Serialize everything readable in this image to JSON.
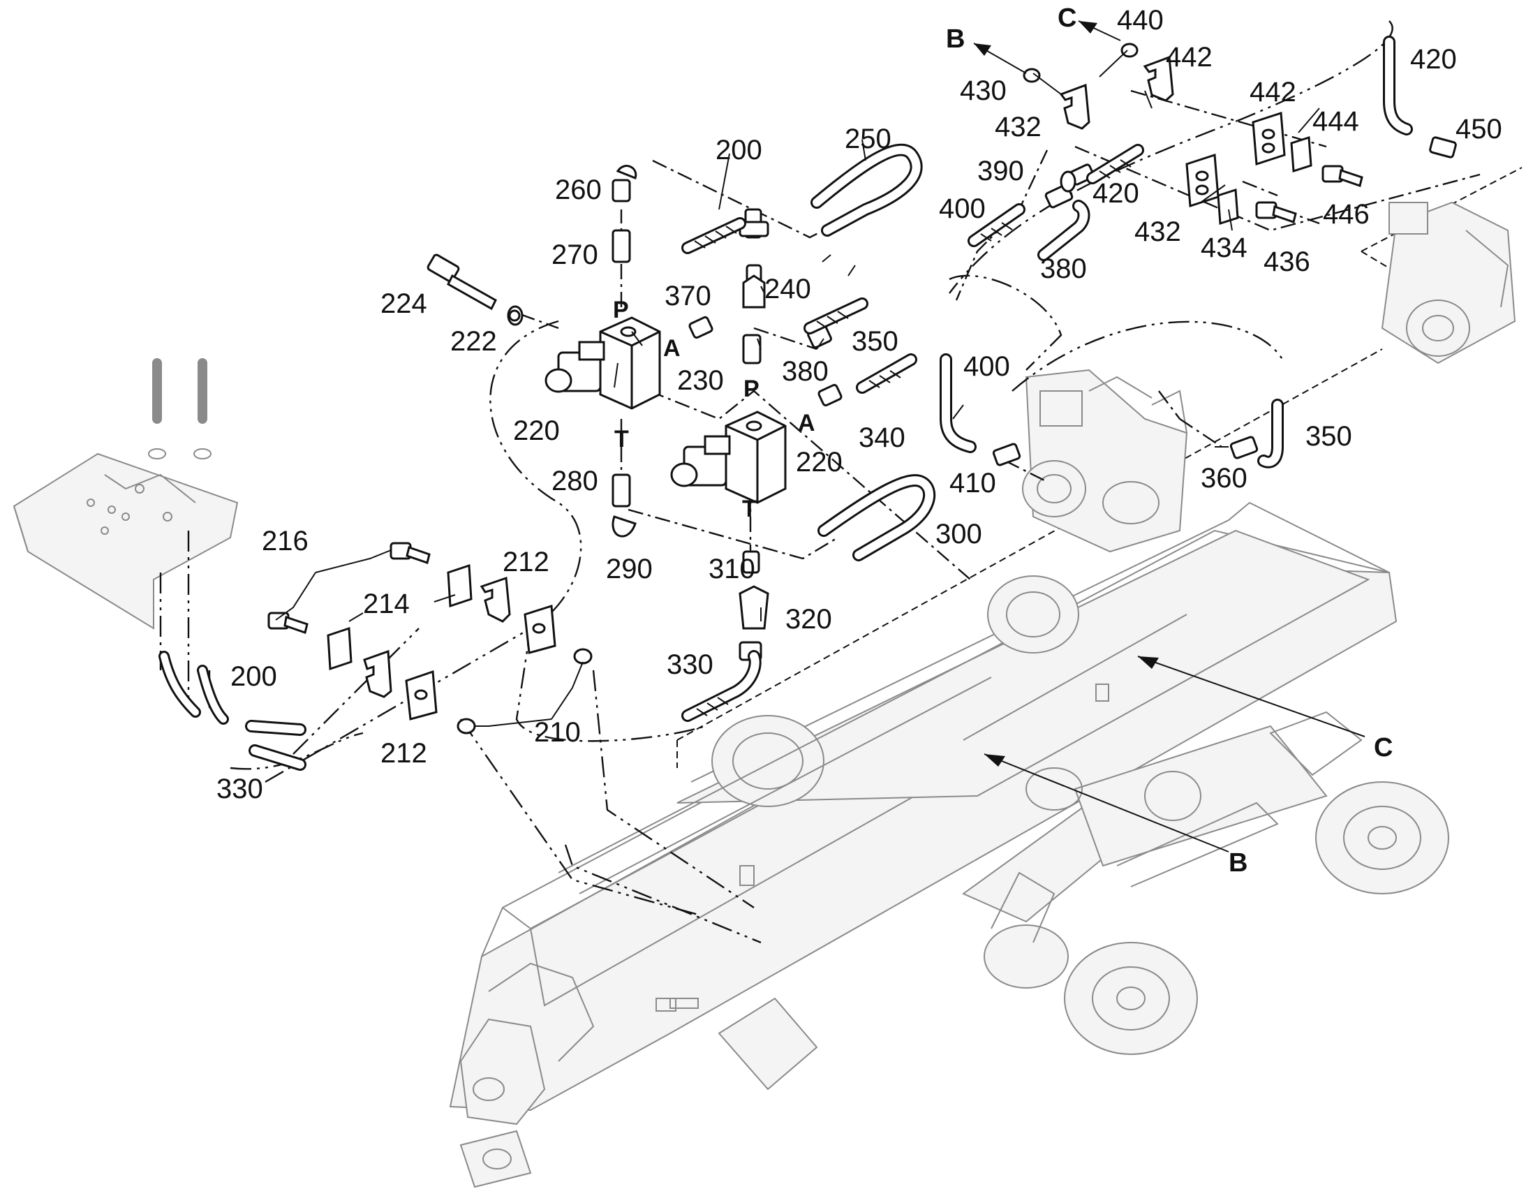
{
  "part_labels": [
    {
      "id": "p440",
      "text": "440"
    },
    {
      "id": "p420a",
      "text": "420"
    },
    {
      "id": "p430",
      "text": "430"
    },
    {
      "id": "p442a",
      "text": "442"
    },
    {
      "id": "p442b",
      "text": "442"
    },
    {
      "id": "p432a",
      "text": "432"
    },
    {
      "id": "p444",
      "text": "444"
    },
    {
      "id": "p450",
      "text": "450"
    },
    {
      "id": "p200a",
      "text": "200"
    },
    {
      "id": "p250",
      "text": "250"
    },
    {
      "id": "p260",
      "text": "260"
    },
    {
      "id": "p390",
      "text": "390"
    },
    {
      "id": "p400a",
      "text": "400"
    },
    {
      "id": "p420b",
      "text": "420"
    },
    {
      "id": "p446",
      "text": "446"
    },
    {
      "id": "p432b",
      "text": "432"
    },
    {
      "id": "p434",
      "text": "434"
    },
    {
      "id": "p436",
      "text": "436"
    },
    {
      "id": "p270",
      "text": "270"
    },
    {
      "id": "p380a",
      "text": "380"
    },
    {
      "id": "p224",
      "text": "224"
    },
    {
      "id": "p370",
      "text": "370"
    },
    {
      "id": "p240",
      "text": "240"
    },
    {
      "id": "p222",
      "text": "222"
    },
    {
      "id": "p350a",
      "text": "350"
    },
    {
      "id": "p380b",
      "text": "380"
    },
    {
      "id": "p400b",
      "text": "400"
    },
    {
      "id": "p230",
      "text": "230"
    },
    {
      "id": "p340",
      "text": "340"
    },
    {
      "id": "p350b",
      "text": "350"
    },
    {
      "id": "p220a",
      "text": "220"
    },
    {
      "id": "p220b",
      "text": "220"
    },
    {
      "id": "p280",
      "text": "280"
    },
    {
      "id": "p410",
      "text": "410"
    },
    {
      "id": "p360",
      "text": "360"
    },
    {
      "id": "p300",
      "text": "300"
    },
    {
      "id": "p216",
      "text": "216"
    },
    {
      "id": "p212a",
      "text": "212"
    },
    {
      "id": "p290",
      "text": "290"
    },
    {
      "id": "p310",
      "text": "310"
    },
    {
      "id": "p214",
      "text": "214"
    },
    {
      "id": "p320",
      "text": "320"
    },
    {
      "id": "p200b",
      "text": "200"
    },
    {
      "id": "p330a",
      "text": "330"
    },
    {
      "id": "p210",
      "text": "210"
    },
    {
      "id": "p212b",
      "text": "212"
    },
    {
      "id": "p330b",
      "text": "330"
    }
  ],
  "port_labels": [
    {
      "id": "pP1",
      "text": "P"
    },
    {
      "id": "pA1",
      "text": "A"
    },
    {
      "id": "pT1",
      "text": "T"
    },
    {
      "id": "pP2",
      "text": "P"
    },
    {
      "id": "pA2",
      "text": "A"
    },
    {
      "id": "pT2",
      "text": "T"
    }
  ],
  "reference_labels": [
    {
      "id": "refB1",
      "text": "B"
    },
    {
      "id": "refC1",
      "text": "C"
    },
    {
      "id": "refB2",
      "text": "B"
    },
    {
      "id": "refC2",
      "text": "C"
    }
  ]
}
